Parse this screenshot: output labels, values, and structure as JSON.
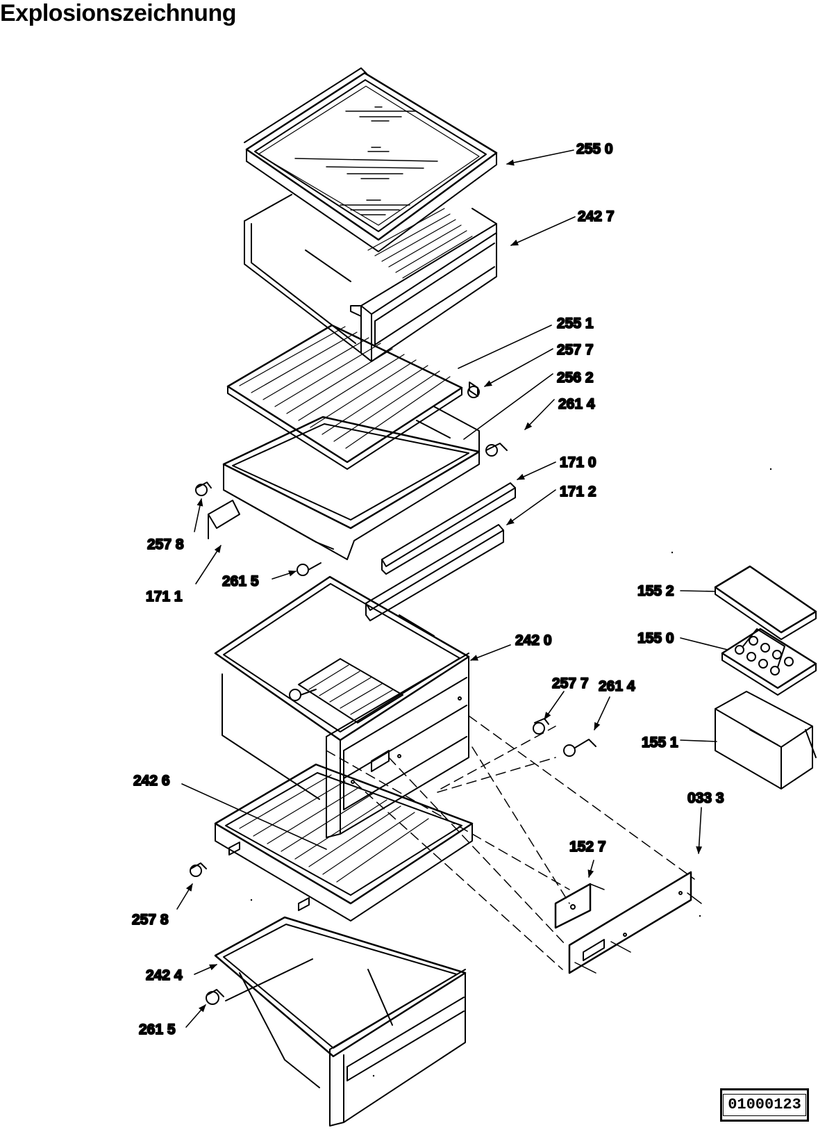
{
  "title": "Explosionszeichnung",
  "drawing_id": "01000123",
  "part_labels": [
    {
      "id": "glass-cover-top",
      "text": "255 0"
    },
    {
      "id": "crisper-drawer-top",
      "text": "242 7"
    },
    {
      "id": "glass-shelf-middle",
      "text": "255 1"
    },
    {
      "id": "pin-upper-right",
      "text": "257 7"
    },
    {
      "id": "shelf-frame",
      "text": "256 2"
    },
    {
      "id": "pin-4-upper-right",
      "text": "261 4"
    },
    {
      "id": "rail-upper",
      "text": "171 0"
    },
    {
      "id": "rail-lower",
      "text": "171 2"
    },
    {
      "id": "pin-upper-left",
      "text": "257 8"
    },
    {
      "id": "rail-left",
      "text": "171 1"
    },
    {
      "id": "pin-5-upper-left",
      "text": "261 5"
    },
    {
      "id": "egg-tray-cover",
      "text": "155 2"
    },
    {
      "id": "egg-tray",
      "text": "155 0"
    },
    {
      "id": "egg-box",
      "text": "155 1"
    },
    {
      "id": "drawer-middle",
      "text": "242 0"
    },
    {
      "id": "pin-middle-right",
      "text": "257 7"
    },
    {
      "id": "pin-4-middle-right",
      "text": "261 4"
    },
    {
      "id": "shelf-lower",
      "text": "242 6"
    },
    {
      "id": "front-panel",
      "text": "033 3"
    },
    {
      "id": "hinge-plate",
      "text": "152 7"
    },
    {
      "id": "pin-lower-left",
      "text": "257 8"
    },
    {
      "id": "drawer-bottom",
      "text": "242 4"
    },
    {
      "id": "pin-5-lower-left",
      "text": "261 5"
    }
  ]
}
